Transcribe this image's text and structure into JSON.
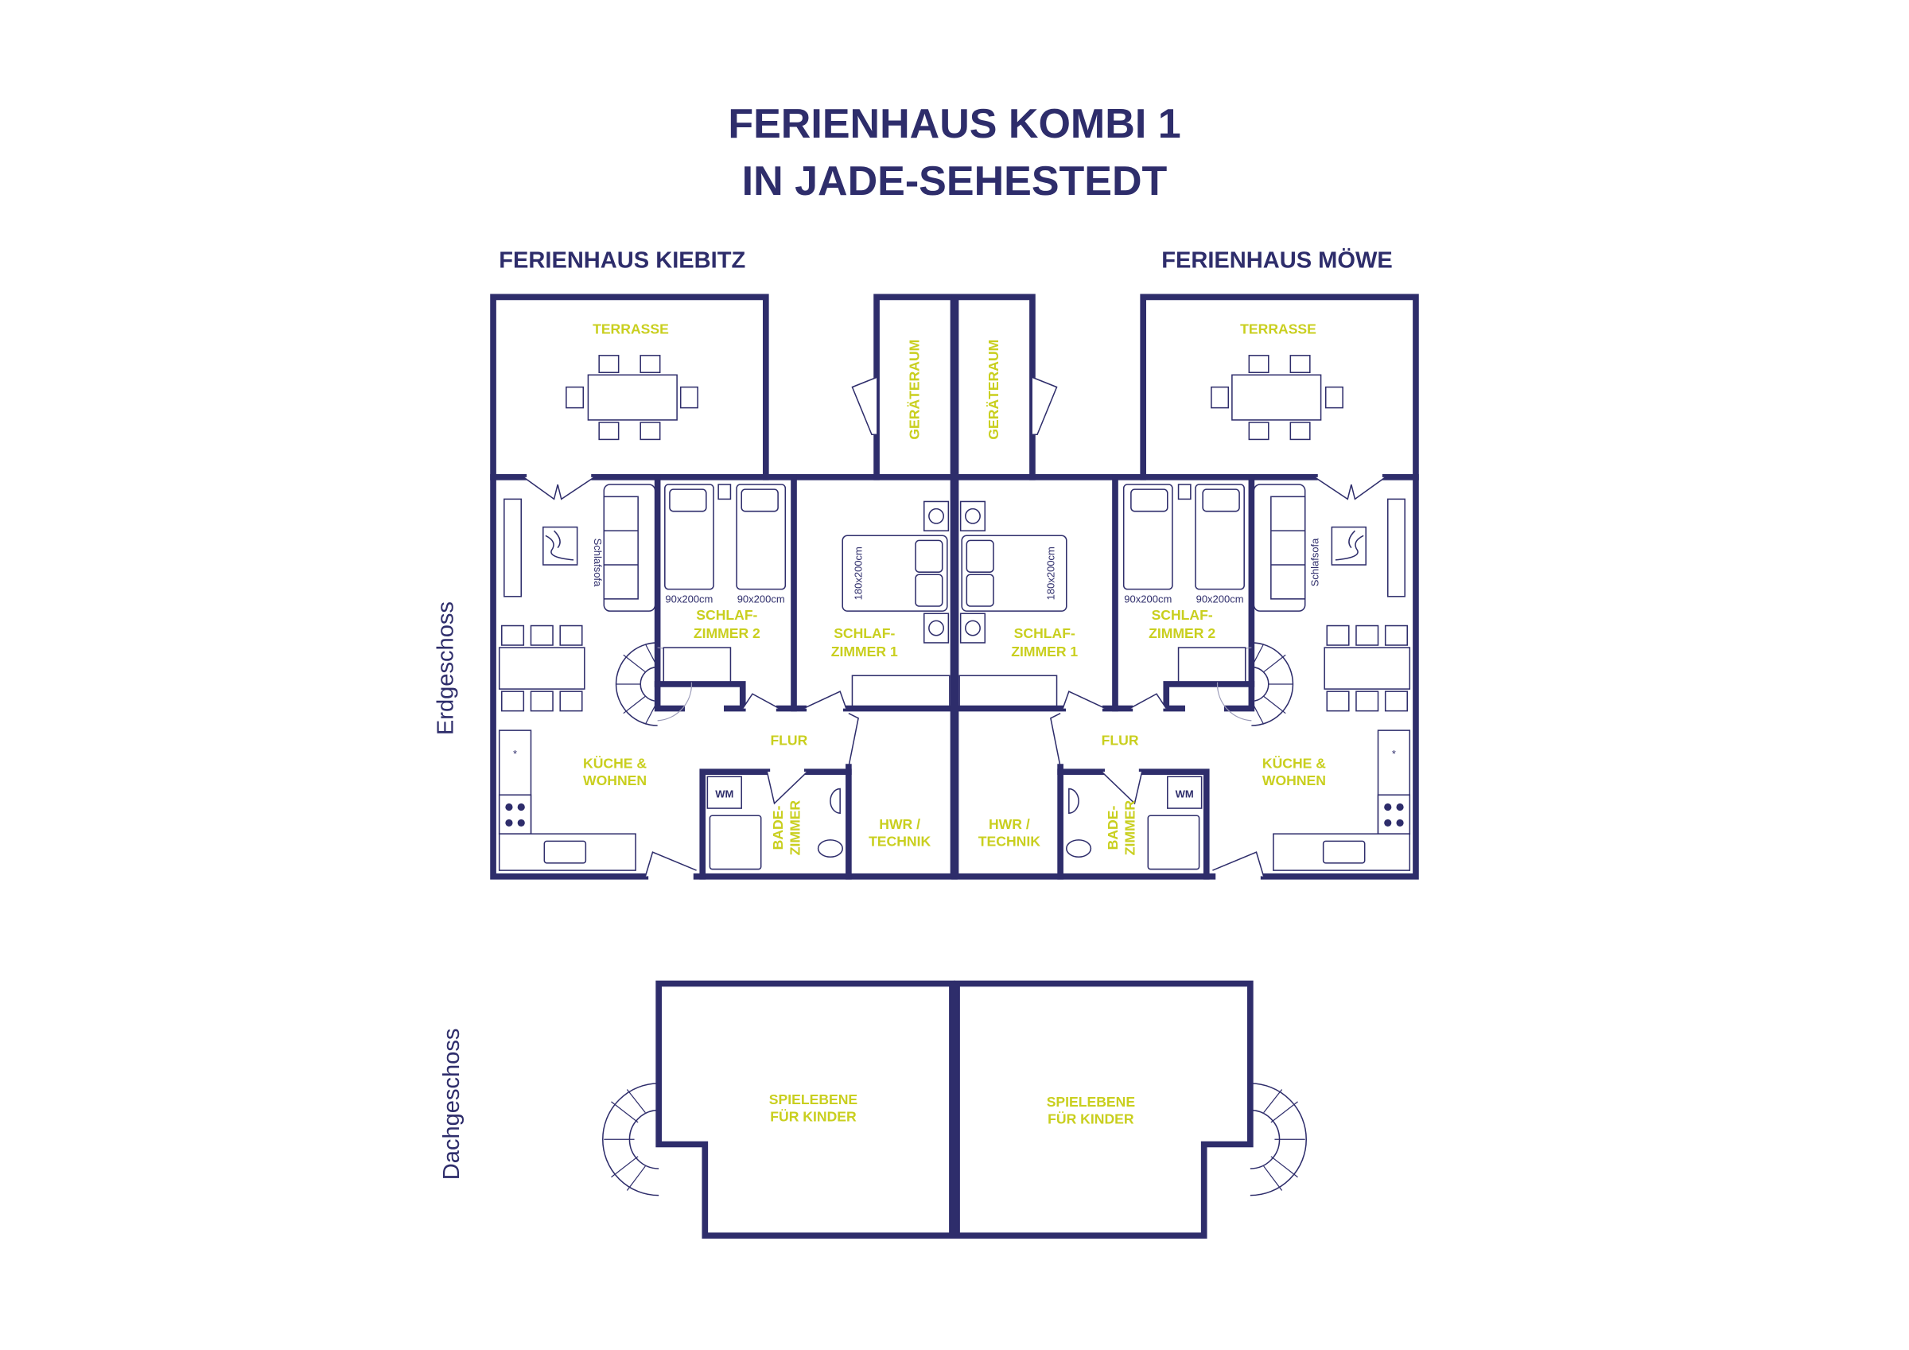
{
  "title": {
    "line1": "FERIENHAUS KOMBI 1",
    "line2": "IN JADE-SEHESTEDT"
  },
  "houses": {
    "left": "FERIENHAUS KIEBITZ",
    "right": "FERIENHAUS MÖWE"
  },
  "floors": {
    "ground": "Erdgeschoss",
    "attic": "Dachgeschoss"
  },
  "rooms": {
    "terrace": "TERRASSE",
    "shed": "GERÄTERAUM",
    "bedroom2": [
      "SCHLAF-",
      "ZIMMER 2"
    ],
    "bedroom1": [
      "SCHLAF-",
      "ZIMMER 1"
    ],
    "hall": "FLUR",
    "kitchen": [
      "KÜCHE &",
      "WOHNEN"
    ],
    "bathroom": [
      "BADE-",
      "ZIMMER"
    ],
    "utility": [
      "HWR /",
      "TECHNIK"
    ],
    "play": [
      "SPIELEBENE",
      "FÜR KINDER"
    ]
  },
  "furniture": {
    "sofa": "Schlafsofa",
    "single_bed": "90x200cm",
    "double_bed": "180x200cm",
    "washing_machine": "WM",
    "fridge": "*"
  },
  "colors": {
    "walls": "#2e2d6b",
    "labels": "#c9cf1f"
  }
}
